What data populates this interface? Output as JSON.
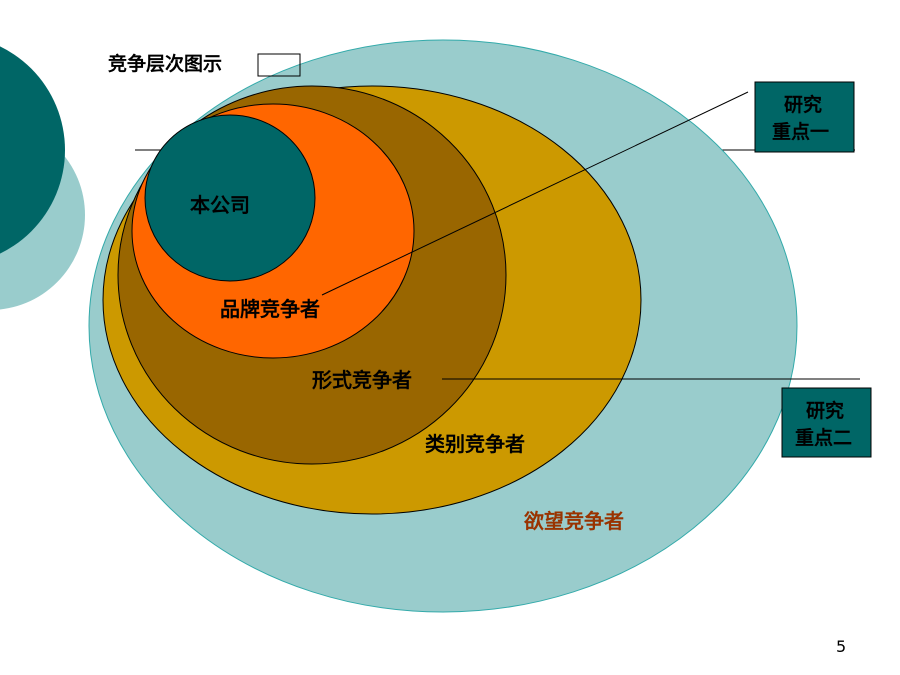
{
  "title": "竞争层次图示",
  "levels": {
    "company": "本公司",
    "brand": "品牌竞争者",
    "form": "形式竞争者",
    "category": "类别竞争者",
    "desire": "欲望竞争者"
  },
  "callouts": {
    "focus_one": [
      "研究",
      "重点一"
    ],
    "focus_two": [
      "研究",
      "重点二"
    ]
  },
  "page_number": "5",
  "colors": {
    "desire_fill": "#99cccc",
    "category_fill": "#cc9900",
    "form_fill": "#996600",
    "brand_fill": "#ff6600",
    "company_fill": "#006666",
    "callout_fill": "#006666",
    "desire_label": "#993300"
  }
}
